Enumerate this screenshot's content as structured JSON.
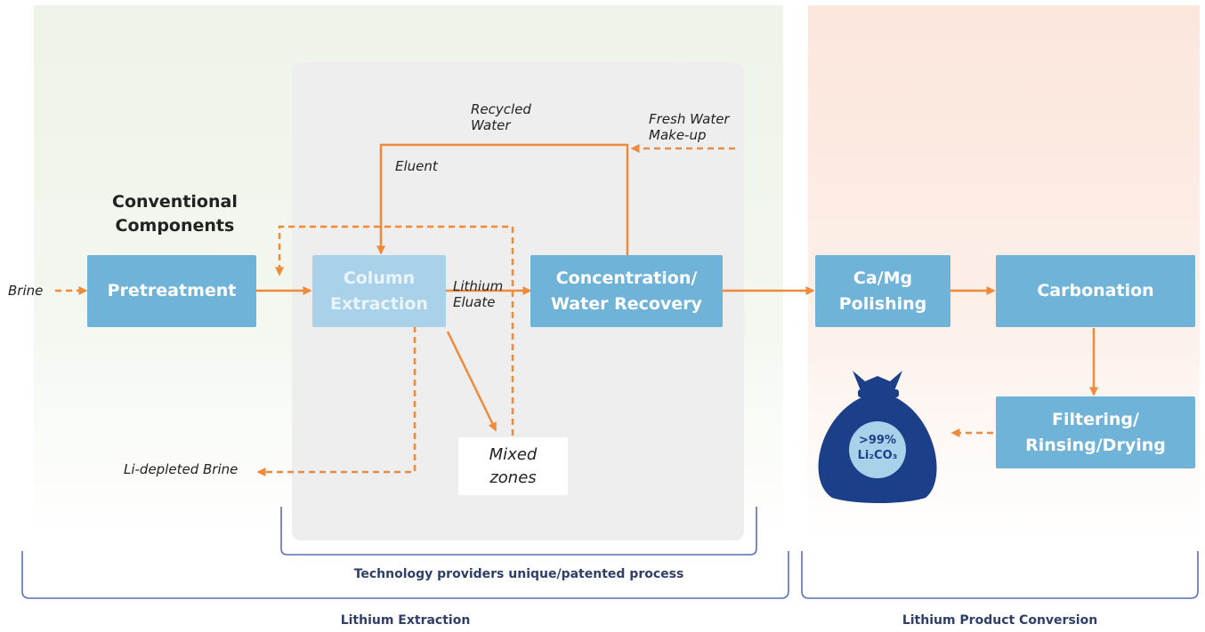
{
  "groups": {
    "extraction_label": "Lithium Extraction",
    "conversion_label": "Lithium Product Conversion",
    "technology_label": "Technology providers unique/patented process",
    "conventional_line1": "Conventional",
    "conventional_line2": "Components"
  },
  "boxes": {
    "pretreatment": "Pretreatment",
    "column_line1": "Column",
    "column_line2": "Extraction",
    "concentration_line1": "Concentration/",
    "concentration_line2": "Water Recovery",
    "polishing_line1": "Ca/Mg",
    "polishing_line2": "Polishing",
    "carbonation": "Carbonation",
    "filtering_line1": "Filtering/",
    "filtering_line2": "Rinsing/Drying",
    "mixed_line1": "Mixed",
    "mixed_line2": "zones"
  },
  "labels": {
    "brine": "Brine",
    "li_depleted": "Li-depleted Brine",
    "recycled_line1": "Recycled",
    "recycled_line2": "Water",
    "fresh_line1": "Fresh Water",
    "fresh_line2": "Make-up",
    "eluent": "Eluent",
    "lithium_line1": "Lithium",
    "lithium_line2": "Eluate"
  },
  "product": {
    "purity": ">99%",
    "formula": "Li₂CO₃"
  },
  "colors": {
    "process_box": "#6fb3d8",
    "faded_box": "#a9d1ea",
    "arrow": "#ee8a3a",
    "bag": "#1c3f8a",
    "bracket": "#5a6fb0"
  }
}
